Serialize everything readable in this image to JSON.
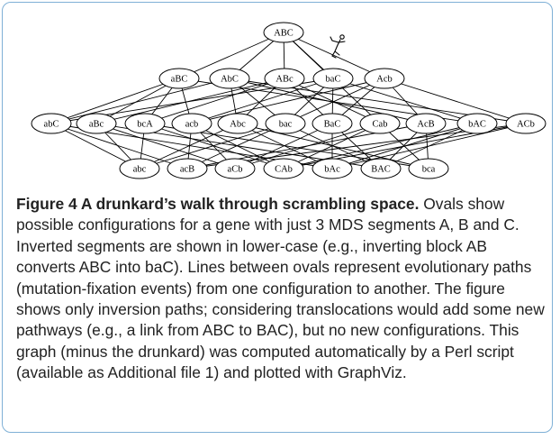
{
  "figure": {
    "title": "Figure 4 A drunkard’s walk through scrambling space.",
    "caption": "Ovals show possible configurations for a gene with just 3 MDS segments A, B and C. Inverted segments are shown in lower-case (e.g., inverting block AB converts ABC into baC). Lines between ovals represent evolutionary paths (mutation-fixation events) from one configuration to another. The figure shows only inversion paths; considering translocations would add some new pathways (e.g., a link from ABC to BAC), but no new configurations. This graph (minus the drunkard) was computed automatically by a Perl script (available as Additional file 1) and plotted with GraphViz."
  },
  "graph": {
    "nodes": [
      {
        "id": "ABC",
        "label": "ABC",
        "level": 0
      },
      {
        "id": "aBC",
        "label": "aBC",
        "level": 1
      },
      {
        "id": "AbC",
        "label": "AbC",
        "level": 1
      },
      {
        "id": "ABc",
        "label": "ABc",
        "level": 1
      },
      {
        "id": "baC",
        "label": "baC",
        "level": 1
      },
      {
        "id": "Acb",
        "label": "Acb",
        "level": 1
      },
      {
        "id": "abC",
        "label": "abC",
        "level": 2
      },
      {
        "id": "aBc",
        "label": "aBc",
        "level": 2
      },
      {
        "id": "bcA",
        "label": "bcA",
        "level": 2
      },
      {
        "id": "acb",
        "label": "acb",
        "level": 2
      },
      {
        "id": "Abc",
        "label": "Abc",
        "level": 2
      },
      {
        "id": "bac",
        "label": "bac",
        "level": 2
      },
      {
        "id": "BaC",
        "label": "BaC",
        "level": 2
      },
      {
        "id": "Cab",
        "label": "Cab",
        "level": 2
      },
      {
        "id": "AcB",
        "label": "AcB",
        "level": 2
      },
      {
        "id": "bAC",
        "label": "bAC",
        "level": 2
      },
      {
        "id": "ACb",
        "label": "ACb",
        "level": 2
      },
      {
        "id": "abc",
        "label": "abc",
        "level": 3
      },
      {
        "id": "acB",
        "label": "acB",
        "level": 3
      },
      {
        "id": "aCb",
        "label": "aCb",
        "level": 3
      },
      {
        "id": "CAb",
        "label": "CAb",
        "level": 3
      },
      {
        "id": "bAc",
        "label": "bAc",
        "level": 3
      },
      {
        "id": "BAC",
        "label": "BAC",
        "level": 3
      },
      {
        "id": "bca",
        "label": "bca",
        "level": 3
      }
    ],
    "edges": [
      [
        "ABC",
        "aBC"
      ],
      [
        "ABC",
        "AbC"
      ],
      [
        "ABC",
        "ABc"
      ],
      [
        "ABC",
        "baC"
      ],
      [
        "ABC",
        "Acb"
      ],
      [
        "ABC",
        "Cab"
      ],
      [
        "aBC",
        "abC"
      ],
      [
        "aBC",
        "aBc"
      ],
      [
        "aBC",
        "bcA"
      ],
      [
        "aBC",
        "acb"
      ],
      [
        "aBC",
        "bAC"
      ],
      [
        "AbC",
        "abC"
      ],
      [
        "AbC",
        "Abc"
      ],
      [
        "AbC",
        "bac"
      ],
      [
        "AbC",
        "AcB"
      ],
      [
        "AbC",
        "ACb"
      ],
      [
        "ABc",
        "aBc"
      ],
      [
        "ABc",
        "Abc"
      ],
      [
        "ABc",
        "BaC"
      ],
      [
        "ABc",
        "Cab"
      ],
      [
        "ABc",
        "bcA"
      ],
      [
        "baC",
        "abC"
      ],
      [
        "baC",
        "bac"
      ],
      [
        "baC",
        "BaC"
      ],
      [
        "baC",
        "bAC"
      ],
      [
        "baC",
        "acb"
      ],
      [
        "Acb",
        "acb"
      ],
      [
        "Acb",
        "AcB"
      ],
      [
        "Acb",
        "ACb"
      ],
      [
        "Acb",
        "BaC"
      ],
      [
        "Acb",
        "bac"
      ],
      [
        "abC",
        "abc"
      ],
      [
        "abC",
        "acB"
      ],
      [
        "abC",
        "bAc"
      ],
      [
        "aBc",
        "abc"
      ],
      [
        "aBc",
        "aCb"
      ],
      [
        "aBc",
        "BAC"
      ],
      [
        "bcA",
        "abc"
      ],
      [
        "bcA",
        "CAb"
      ],
      [
        "bcA",
        "bca"
      ],
      [
        "acb",
        "acB"
      ],
      [
        "acb",
        "aCb"
      ],
      [
        "acb",
        "CAb"
      ],
      [
        "Abc",
        "abc"
      ],
      [
        "Abc",
        "bAc"
      ],
      [
        "Abc",
        "bca"
      ],
      [
        "bac",
        "abc"
      ],
      [
        "bac",
        "acB"
      ],
      [
        "bac",
        "BAC"
      ],
      [
        "BaC",
        "aCb"
      ],
      [
        "BaC",
        "bAc"
      ],
      [
        "BaC",
        "BAC"
      ],
      [
        "Cab",
        "CAb"
      ],
      [
        "Cab",
        "bca"
      ],
      [
        "Cab",
        "aCb"
      ],
      [
        "AcB",
        "acB"
      ],
      [
        "AcB",
        "BAC"
      ],
      [
        "AcB",
        "bca"
      ],
      [
        "bAC",
        "bAc"
      ],
      [
        "bAC",
        "BAC"
      ],
      [
        "bAC",
        "CAb"
      ],
      [
        "ACb",
        "CAb"
      ],
      [
        "ACb",
        "bAc"
      ],
      [
        "ACb",
        "acB"
      ]
    ]
  }
}
